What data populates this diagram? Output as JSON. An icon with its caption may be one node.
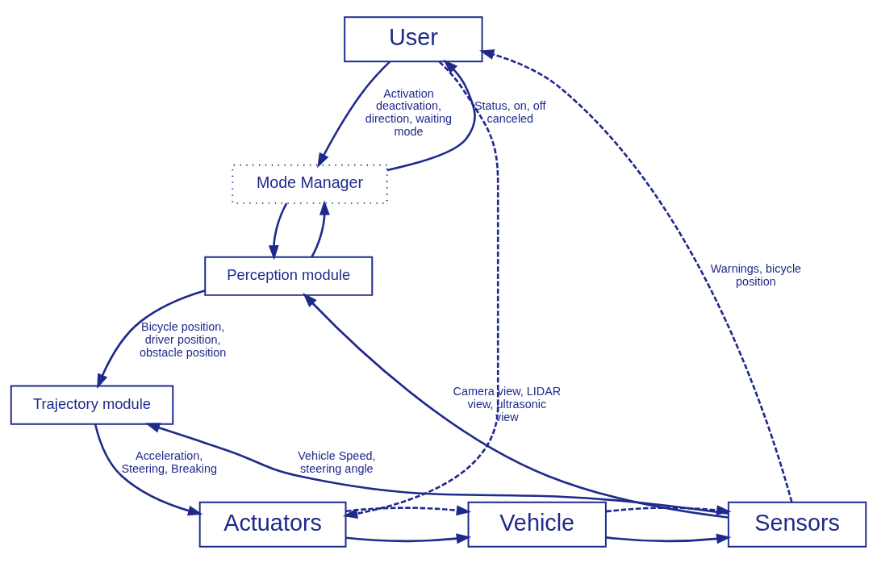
{
  "diagram": {
    "nodes": [
      {
        "text": [
          "User"
        ]
      },
      {
        "text": [
          "Mode Manager"
        ]
      },
      {
        "text": [
          "Perception module"
        ]
      },
      {
        "text": [
          "Trajectory module"
        ]
      },
      {
        "text": [
          "Actuators"
        ]
      },
      {
        "text": [
          "Vehicle"
        ]
      },
      {
        "text": [
          "Sensors"
        ]
      }
    ],
    "edges": [
      {
        "from": 0,
        "to": 1,
        "arrow": "to",
        "label": "Activation deactivation, direction, waiting mode"
      },
      {
        "from": 1,
        "to": 0,
        "arrow": "to",
        "label": "Status, on, off canceled"
      },
      {
        "from": 1,
        "to": 2,
        "arrow": "to"
      },
      {
        "from": 2,
        "to": 1,
        "arrow": "to"
      },
      {
        "from": 2,
        "to": 3,
        "arrow": "to",
        "label": "Bicycle position, driver position, obstacle position"
      },
      {
        "from": 3,
        "to": 4,
        "arrow": "to",
        "label": "Acceleration, Steering, Breaking"
      },
      {
        "from": 4,
        "to": 5,
        "arrow": "to"
      },
      {
        "from": 4,
        "to": 5,
        "arrow": "to",
        "style": "dashed"
      },
      {
        "from": 5,
        "to": 6,
        "arrow": "to"
      },
      {
        "from": 5,
        "to": 6,
        "arrow": "to",
        "style": "dashed"
      },
      {
        "from": 6,
        "to": 3,
        "arrow": "to",
        "label": "Vehicle Speed, steering angle"
      },
      {
        "from": 6,
        "to": 2,
        "arrow": "to",
        "label": "Camera view, LIDAR view, ultrasonic view"
      },
      {
        "from": 6,
        "to": 0,
        "arrow": "to",
        "style": "dashed",
        "label": "Warnings, bicycle position"
      },
      {
        "from": 0,
        "to": 4,
        "arrow": "to",
        "style": "dashed"
      }
    ]
  }
}
